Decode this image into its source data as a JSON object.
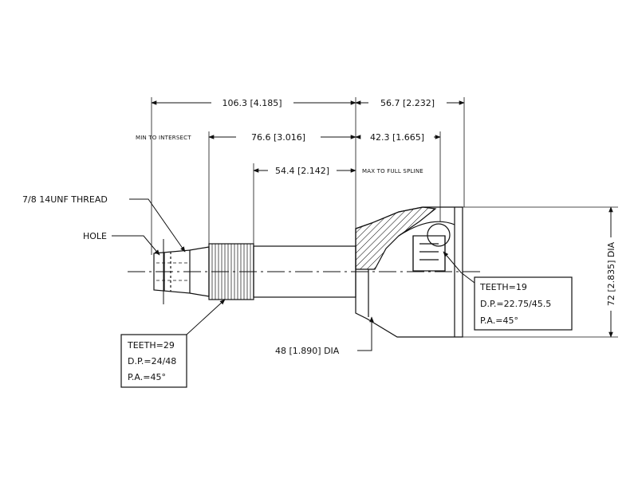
{
  "dimensions": {
    "overall_length": "106.3 [4.185]",
    "head_length": "56.7 [2.232]",
    "min_to_intersect_label": "MIN TO INTERSECT",
    "min_to_intersect": "76.6 [3.016]",
    "head_offset": "42.3 [1.665]",
    "full_spline": "54.4 [2.142]",
    "max_to_full_spline_label": "MAX TO FULL SPLINE",
    "outer_dia": "72 [2.835] DIA",
    "inner_dia": "48 [1.890] DIA"
  },
  "callouts": {
    "thread": "7/8 14UNF THREAD",
    "hole": "HOLE"
  },
  "spec_boxes": {
    "shaft": {
      "teeth": "TEETH=29",
      "dp": "D.P.=24/48",
      "pa": "P.A.=45°"
    },
    "head": {
      "teeth": "TEETH=19",
      "dp": "D.P.=22.75/45.5",
      "pa": "P.A.=45°"
    }
  }
}
